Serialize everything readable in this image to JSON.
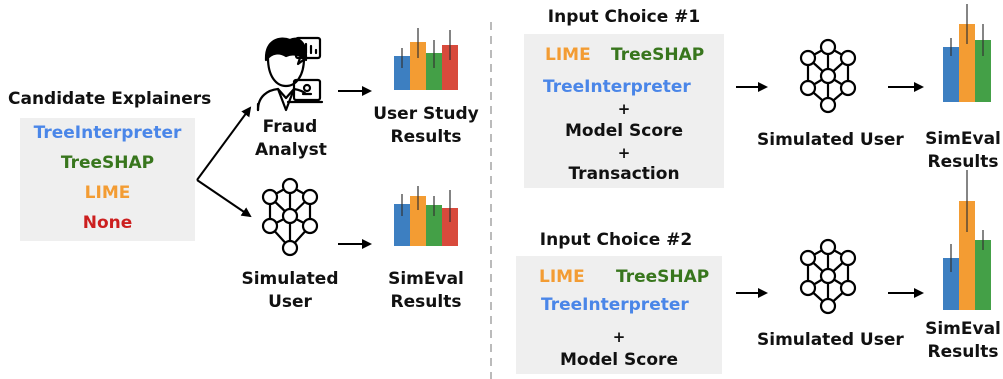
{
  "colors": {
    "treeinterpreter": "#4a86e8",
    "treeshap": "#38761d",
    "lime": "#f39c33",
    "none": "#cc1f1f",
    "bar_green": "#44a047",
    "bar_red": "#d84a3c",
    "bar_blue": "#3d7fc1",
    "box_bg": "#efefef",
    "divider": "#bbbbbb"
  },
  "left": {
    "title": "Candidate Explainers",
    "explainers": [
      "TreeInterpreter",
      "TreeSHAP",
      "LIME",
      "None"
    ]
  },
  "middle": {
    "fraud_analyst_line1": "Fraud",
    "fraud_analyst_line2": "Analyst",
    "simulated_user_line1": "Simulated",
    "simulated_user_line2": "User",
    "user_study_line1": "User Study",
    "user_study_line2": "Results",
    "simeval_line1": "SimEval",
    "simeval_line2": "Results"
  },
  "right": {
    "choice1": {
      "title": "Input Choice #1",
      "lime": "LIME",
      "treeshap": "TreeSHAP",
      "treeinterpreter": "TreeInterpreter",
      "plus1": "+",
      "model_score": "Model Score",
      "plus2": "+",
      "transaction": "Transaction",
      "simulated_user": "Simulated User",
      "result_line1": "SimEval",
      "result_line2": "Results"
    },
    "choice2": {
      "title": "Input Choice #2",
      "lime": "LIME",
      "treeshap": "TreeSHAP",
      "treeinterpreter": "TreeInterpreter",
      "plus1": "+",
      "model_score": "Model Score",
      "simulated_user": "Simulated User",
      "result_line1": "SimEval",
      "result_line2": "Results"
    }
  },
  "icons": [
    "fraud-analyst-icon",
    "neural-network-icon",
    "arrow-icon",
    "bar-chart-icon"
  ]
}
